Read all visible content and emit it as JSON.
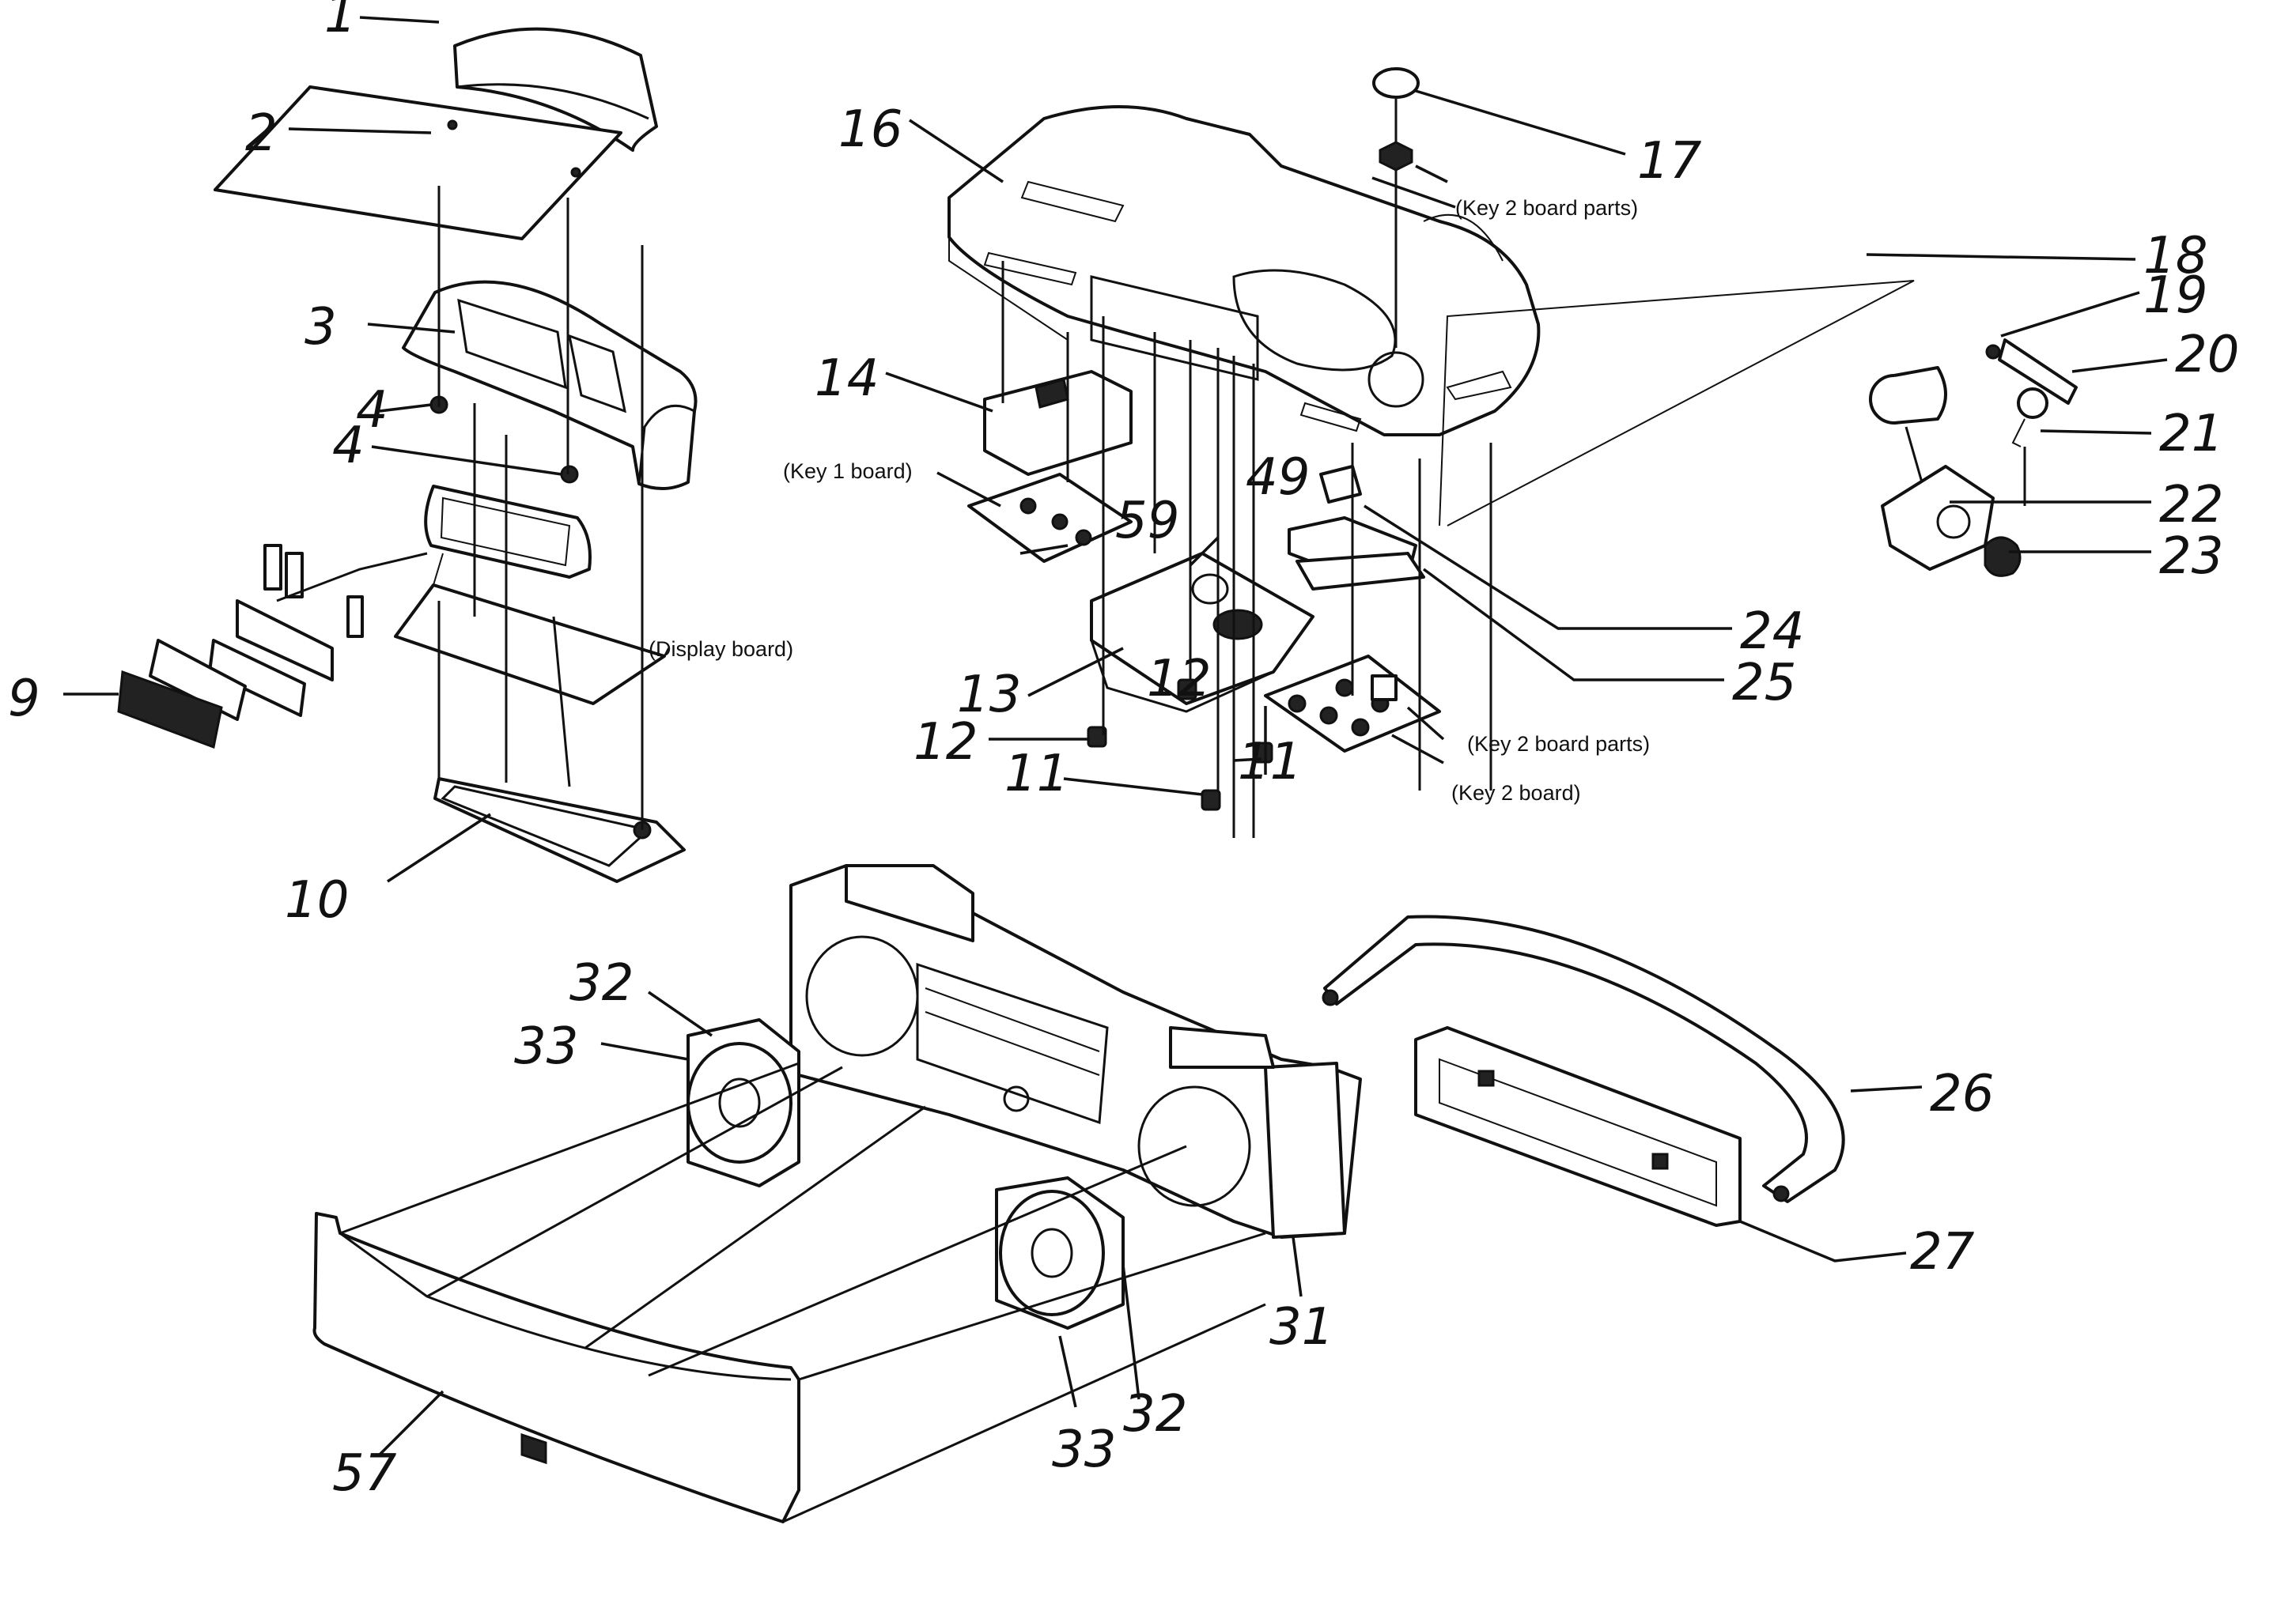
{
  "callouts": {
    "c1": "1",
    "c2": "2",
    "c3": "3",
    "c4a": "4",
    "c4b": "4",
    "c9": "9",
    "c10": "10",
    "c11a": "11",
    "c11b": "11",
    "c12a": "12",
    "c12b": "12",
    "c13": "13",
    "c14": "14",
    "c16": "16",
    "c17": "17",
    "c18": "18",
    "c19": "19",
    "c20": "20",
    "c21": "21",
    "c22": "22",
    "c23": "23",
    "c24": "24",
    "c25": "25",
    "c26": "26",
    "c27": "27",
    "c31": "31",
    "c32a": "32",
    "c32b": "32",
    "c33a": "33",
    "c33b": "33",
    "c49": "49",
    "c57": "57",
    "c59": "59"
  },
  "notes": {
    "key2_parts_top": "(Key 2 board parts)",
    "key1_board": "(Key 1 board)",
    "display_board": "(Display board)",
    "key2_parts_bottom": "(Key 2 board parts)",
    "key2_board": "(Key 2 board)"
  }
}
